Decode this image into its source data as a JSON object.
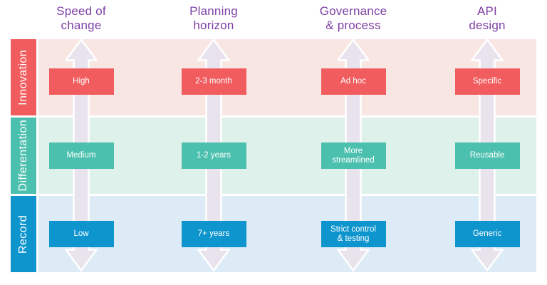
{
  "columns": [
    {
      "id": "speed-of-change",
      "title": "Speed of\nchange"
    },
    {
      "id": "planning-horizon",
      "title": "Planning\nhorizon"
    },
    {
      "id": "governance-process",
      "title": "Governance\n& process"
    },
    {
      "id": "api-design",
      "title": "API\ndesign"
    }
  ],
  "rows": [
    {
      "id": "innovation",
      "label": "Innovation",
      "cells": [
        "High",
        "2-3 month",
        "Ad hoc",
        "Specific"
      ]
    },
    {
      "id": "differentiation",
      "label": "Differentation",
      "cells": [
        "Medium",
        "1-2 years",
        "More\nstreamlined",
        "Reusable"
      ]
    },
    {
      "id": "record",
      "label": "Record",
      "cells": [
        "Low",
        "7+ years",
        "Strict control\n& testing",
        "Generic"
      ]
    }
  ],
  "icons": {
    "column_arrow": "double-headed-vertical-arrow-icon"
  },
  "colors": {
    "header-text": "#7e3fa4",
    "innovation": "#f15c5f",
    "innovation-bg": "#f8e6e3",
    "differentiation": "#4cc0ae",
    "differentiation-bg": "#def1eb",
    "record": "#0e95ce",
    "record-bg": "#dcebf5",
    "arrow-fill": "#e9e3ee",
    "arrow-outline": "#ffffff",
    "cell-text": "#ffffff"
  }
}
